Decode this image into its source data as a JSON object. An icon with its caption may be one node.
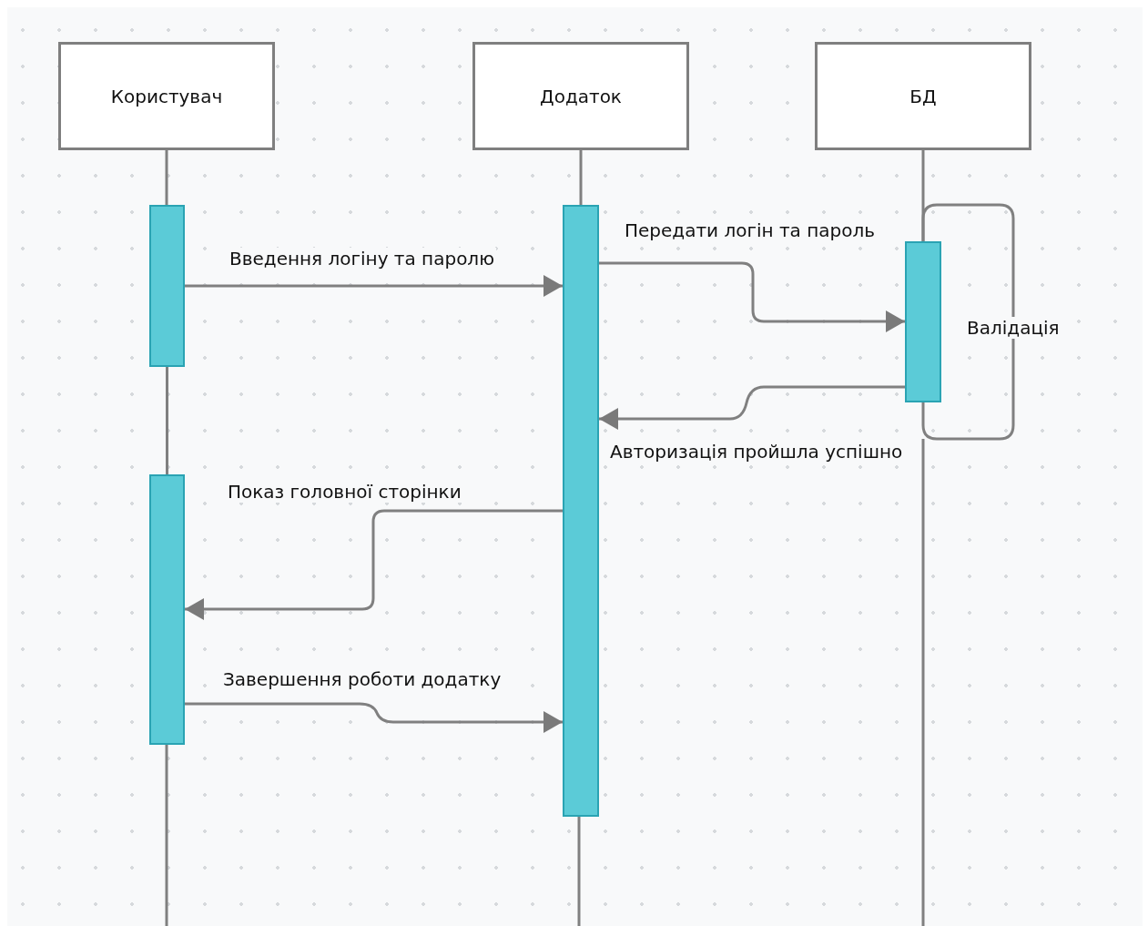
{
  "diagram": {
    "nodes": [
      {
        "text": [
          "Користувач"
        ]
      },
      {
        "text": [
          "Додаток"
        ]
      },
      {
        "text": [
          "БД"
        ]
      },
      {
        "text": [],
        "shape": "bar"
      },
      {
        "text": [],
        "shape": "bar"
      },
      {
        "text": [],
        "shape": "bar"
      },
      {
        "text": [],
        "shape": "bar"
      }
    ],
    "edges": [
      {
        "from": 0,
        "to": 3,
        "arrow": "none"
      },
      {
        "from": 3,
        "to": 6,
        "arrow": "none"
      },
      {
        "from": 1,
        "to": 4,
        "arrow": "none"
      },
      {
        "from": 2,
        "to": 5,
        "arrow": "none"
      },
      {
        "from": 3,
        "to": 4,
        "arrow": "to",
        "label": "Введення логіну та паролю"
      },
      {
        "from": 4,
        "to": 5,
        "arrow": "to",
        "label": "Передати логін та пароль"
      },
      {
        "from": 5,
        "to": 4,
        "arrow": "to",
        "label": "Авторизація пройшла успішно"
      },
      {
        "from": 4,
        "to": 6,
        "arrow": "to",
        "label": "Показ головної сторінки"
      },
      {
        "from": 6,
        "to": 4,
        "arrow": "to",
        "label": "Завершення роботи додатку"
      },
      {
        "from": 5,
        "to": 5,
        "arrow": "none",
        "label": "Валідація"
      }
    ]
  }
}
